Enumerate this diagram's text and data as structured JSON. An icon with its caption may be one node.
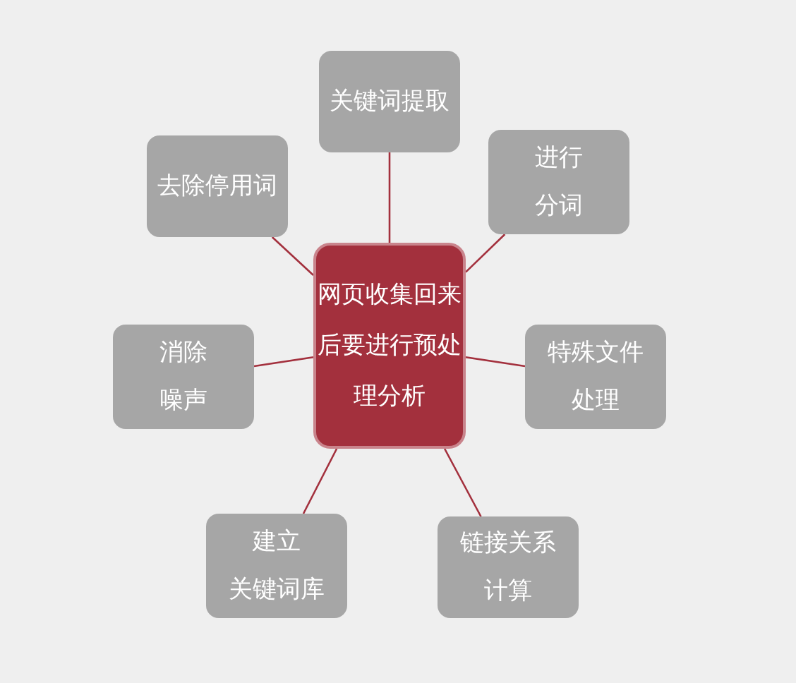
{
  "diagram": {
    "nodes": [
      {
        "text": [
          "网页收集回来后要进行预处理分析"
        ]
      },
      {
        "text": [
          "关键词提取"
        ]
      },
      {
        "text": [
          "进行分词"
        ]
      },
      {
        "text": [
          "特殊文件处理"
        ]
      },
      {
        "text": [
          "链接关系计算"
        ]
      },
      {
        "text": [
          "建立关键词库"
        ]
      },
      {
        "text": [
          "消除噪声"
        ]
      },
      {
        "text": [
          "去除停用词"
        ]
      }
    ],
    "edges": [
      {
        "from": 0,
        "to": 1,
        "arrow": "none"
      },
      {
        "from": 0,
        "to": 2,
        "arrow": "none"
      },
      {
        "from": 0,
        "to": 3,
        "arrow": "none"
      },
      {
        "from": 0,
        "to": 4,
        "arrow": "none"
      },
      {
        "from": 0,
        "to": 5,
        "arrow": "none"
      },
      {
        "from": 0,
        "to": 6,
        "arrow": "none"
      },
      {
        "from": 0,
        "to": 7,
        "arrow": "none"
      }
    ]
  }
}
